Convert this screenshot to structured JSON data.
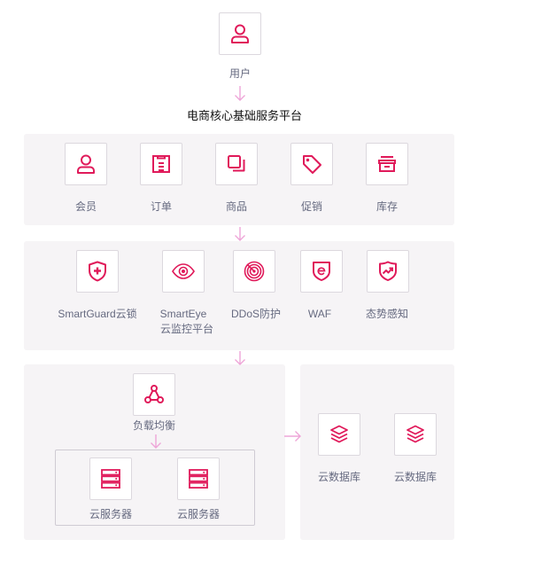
{
  "colors": {
    "accent": "#e01a5a",
    "arrow": "#eea6d8",
    "panel": "#f6f4f6"
  },
  "top": {
    "user_label": "用户",
    "user_icon": "user-icon",
    "platform_title": "电商核心基础服务平台"
  },
  "core_services": [
    {
      "label": "会员",
      "icon": "user-icon"
    },
    {
      "label": "订单",
      "icon": "order-icon"
    },
    {
      "label": "商品",
      "icon": "product-icon"
    },
    {
      "label": "促销",
      "icon": "tag-icon"
    },
    {
      "label": "库存",
      "icon": "inventory-icon"
    }
  ],
  "security": [
    {
      "label": "SmartGuard云锁",
      "icon": "shield-plus-icon"
    },
    {
      "label_line1": "SmartEye",
      "label_line2": "云监控平台",
      "icon": "eye-icon"
    },
    {
      "label": "DDoS防护",
      "icon": "target-icon"
    },
    {
      "label": "WAF",
      "icon": "waf-shield-icon"
    },
    {
      "label": "态势感知",
      "icon": "trend-shield-icon"
    }
  ],
  "compute": {
    "lb_label": "负载均衡",
    "lb_icon": "load-balancer-icon",
    "servers": [
      {
        "label": "云服务器",
        "icon": "server-icon"
      },
      {
        "label": "云服务器",
        "icon": "server-icon"
      }
    ]
  },
  "storage": [
    {
      "label": "云数据库",
      "icon": "database-icon"
    },
    {
      "label": "云数据库",
      "icon": "database-icon"
    }
  ]
}
